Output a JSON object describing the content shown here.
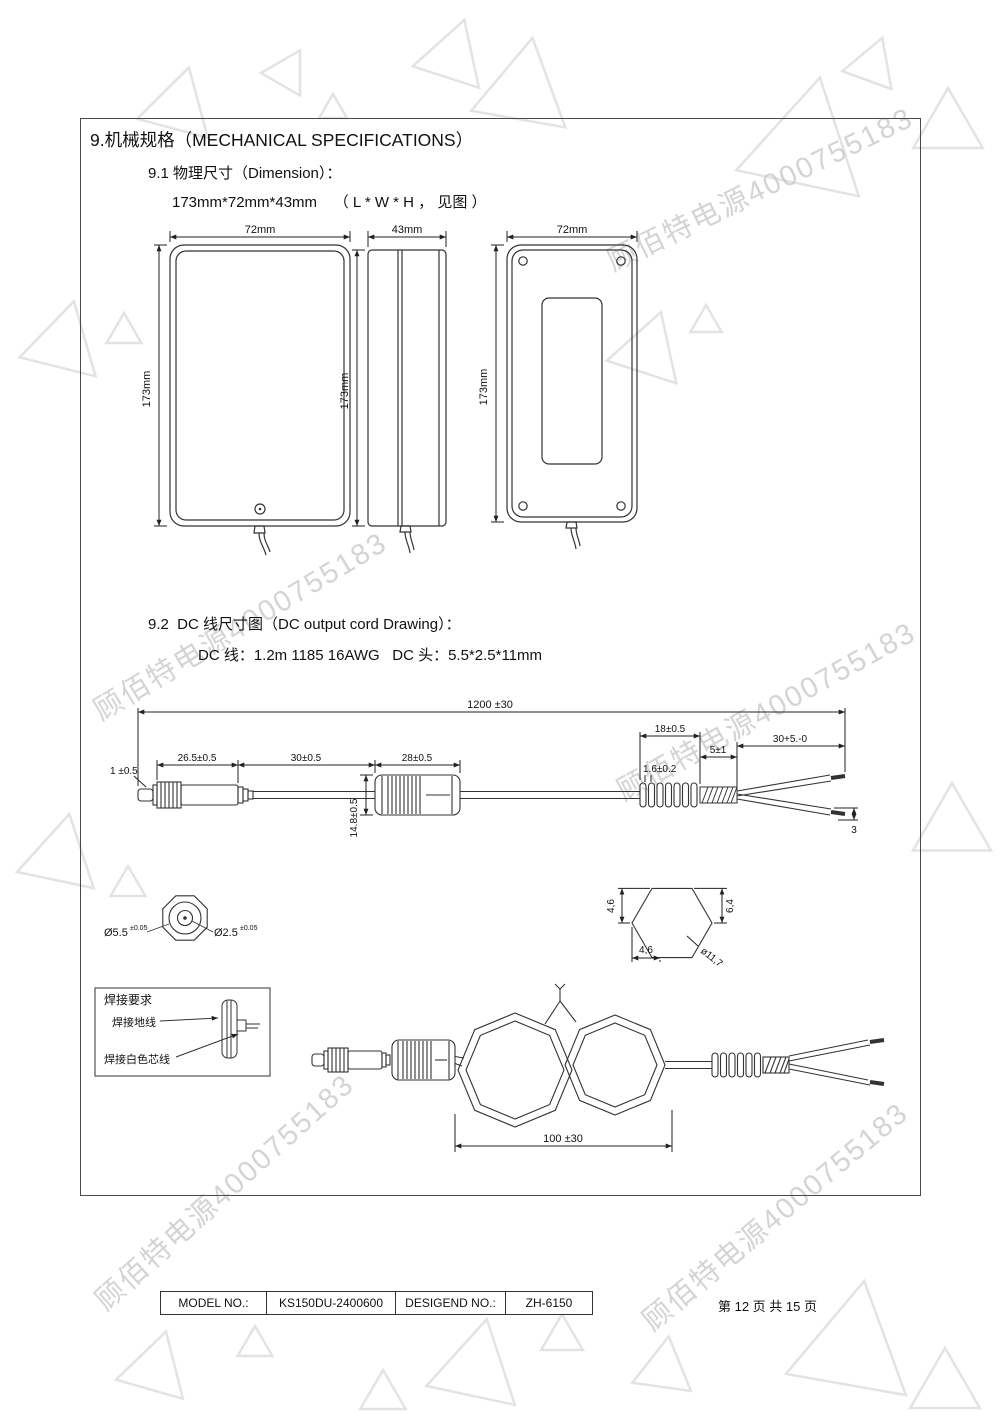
{
  "watermark": {
    "text": "顾佰特电源4000755183"
  },
  "doc": {
    "title": "9.机械规格（MECHANICAL SPECIFICATIONS）",
    "s91_heading": "9.1 物理尺寸（Dimension）：",
    "s91_body": "173mm*72mm*43mm    （ L * W * H ， 见图 ）",
    "s92_heading": "9.2  DC 线尺寸图（DC output cord Drawing）：",
    "s92_body": "DC 线：1.2m 1185 16AWG   DC 头：5.5*2.5*11mm"
  },
  "views": {
    "front_width": "72mm",
    "front_height": "173mm",
    "side_width": "43mm",
    "side_height": "173mm",
    "back_width": "72mm",
    "back_height": "173mm"
  },
  "cord": {
    "overall_length": "1200 ±30",
    "crimp_length": "18±0.5",
    "strip_length": "30+5.-0",
    "twist_length": "5±1",
    "rib_pitch": "1.6±0.2",
    "plug_length": "26.5±0.5",
    "neck_length": "30±0.5",
    "ferrite_length": "28±0.5",
    "tip_length": "1 ±0.5",
    "ferrite_height": "14.8±0.5",
    "wire_tip": "3",
    "plug_outer_dia": "Ø5.5",
    "plug_outer_tol": "±0.05",
    "plug_inner_dia": "Ø2.5",
    "plug_inner_tol": "±0.05",
    "hex_top": "4,6",
    "hex_bottom": "4,6",
    "hex_right": "6,4",
    "hex_dia": "ø11,7",
    "loop_length": "100 ±30"
  },
  "solder": {
    "title": "焊接要求",
    "ground_label": "焊接地线",
    "core_label": "焊接白色芯线"
  },
  "footer": {
    "model_label": "MODEL NO.:",
    "model_value": "KS150DU-2400600",
    "design_label": "DESIGEND NO.:",
    "design_value": "ZH-6150",
    "page": "第 12 页 共 15 页"
  }
}
